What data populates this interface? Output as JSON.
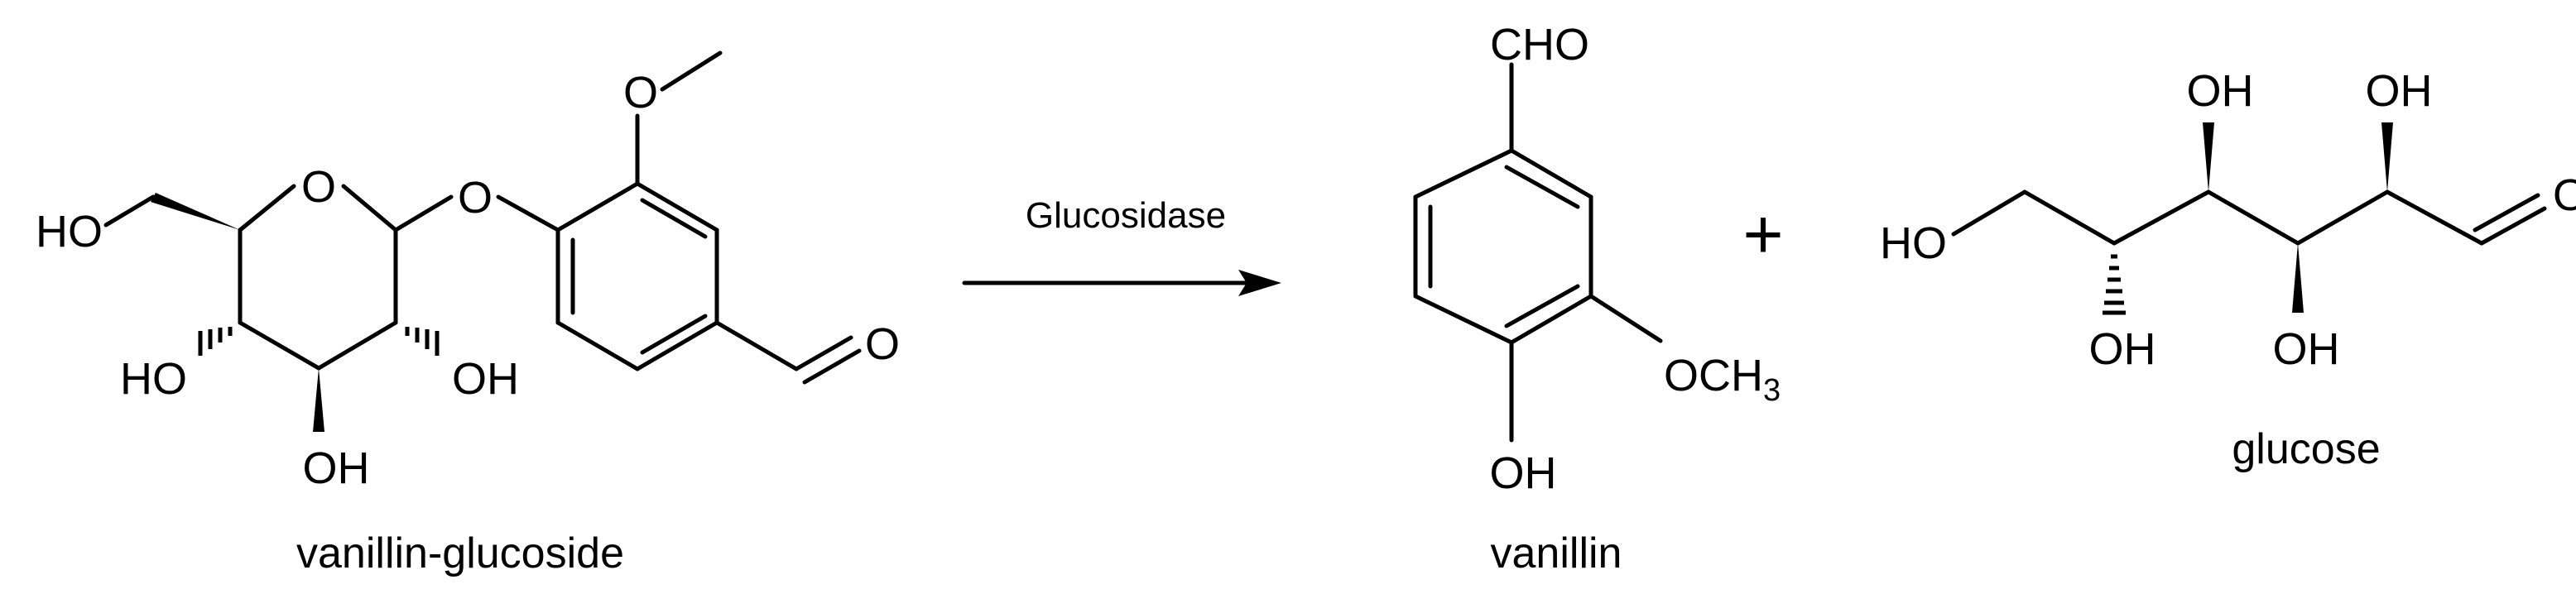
{
  "reactant": {
    "name": "vanillin-glucoside",
    "labels": {
      "ring_o": "O",
      "ether_o": "O",
      "methoxy_o": "O",
      "aldehyde_o": "O",
      "ho_ch2": "HO",
      "ho_c4": "HO",
      "oh_c2": "OH",
      "oh_c3": "OH"
    }
  },
  "arrow": {
    "label": "Glucosidase"
  },
  "plus": "+",
  "product_vanillin": {
    "name": "vanillin",
    "labels": {
      "cho": "CHO",
      "och_main": "OCH",
      "och_sub": "3",
      "oh": "OH"
    }
  },
  "product_glucose": {
    "name": "glucose",
    "labels": {
      "ho": "HO",
      "oh_top1": "OH",
      "oh_top2": "OH",
      "oh_bottom1": "OH",
      "oh_bottom2": "OH",
      "aldehyde_o": "O"
    }
  }
}
